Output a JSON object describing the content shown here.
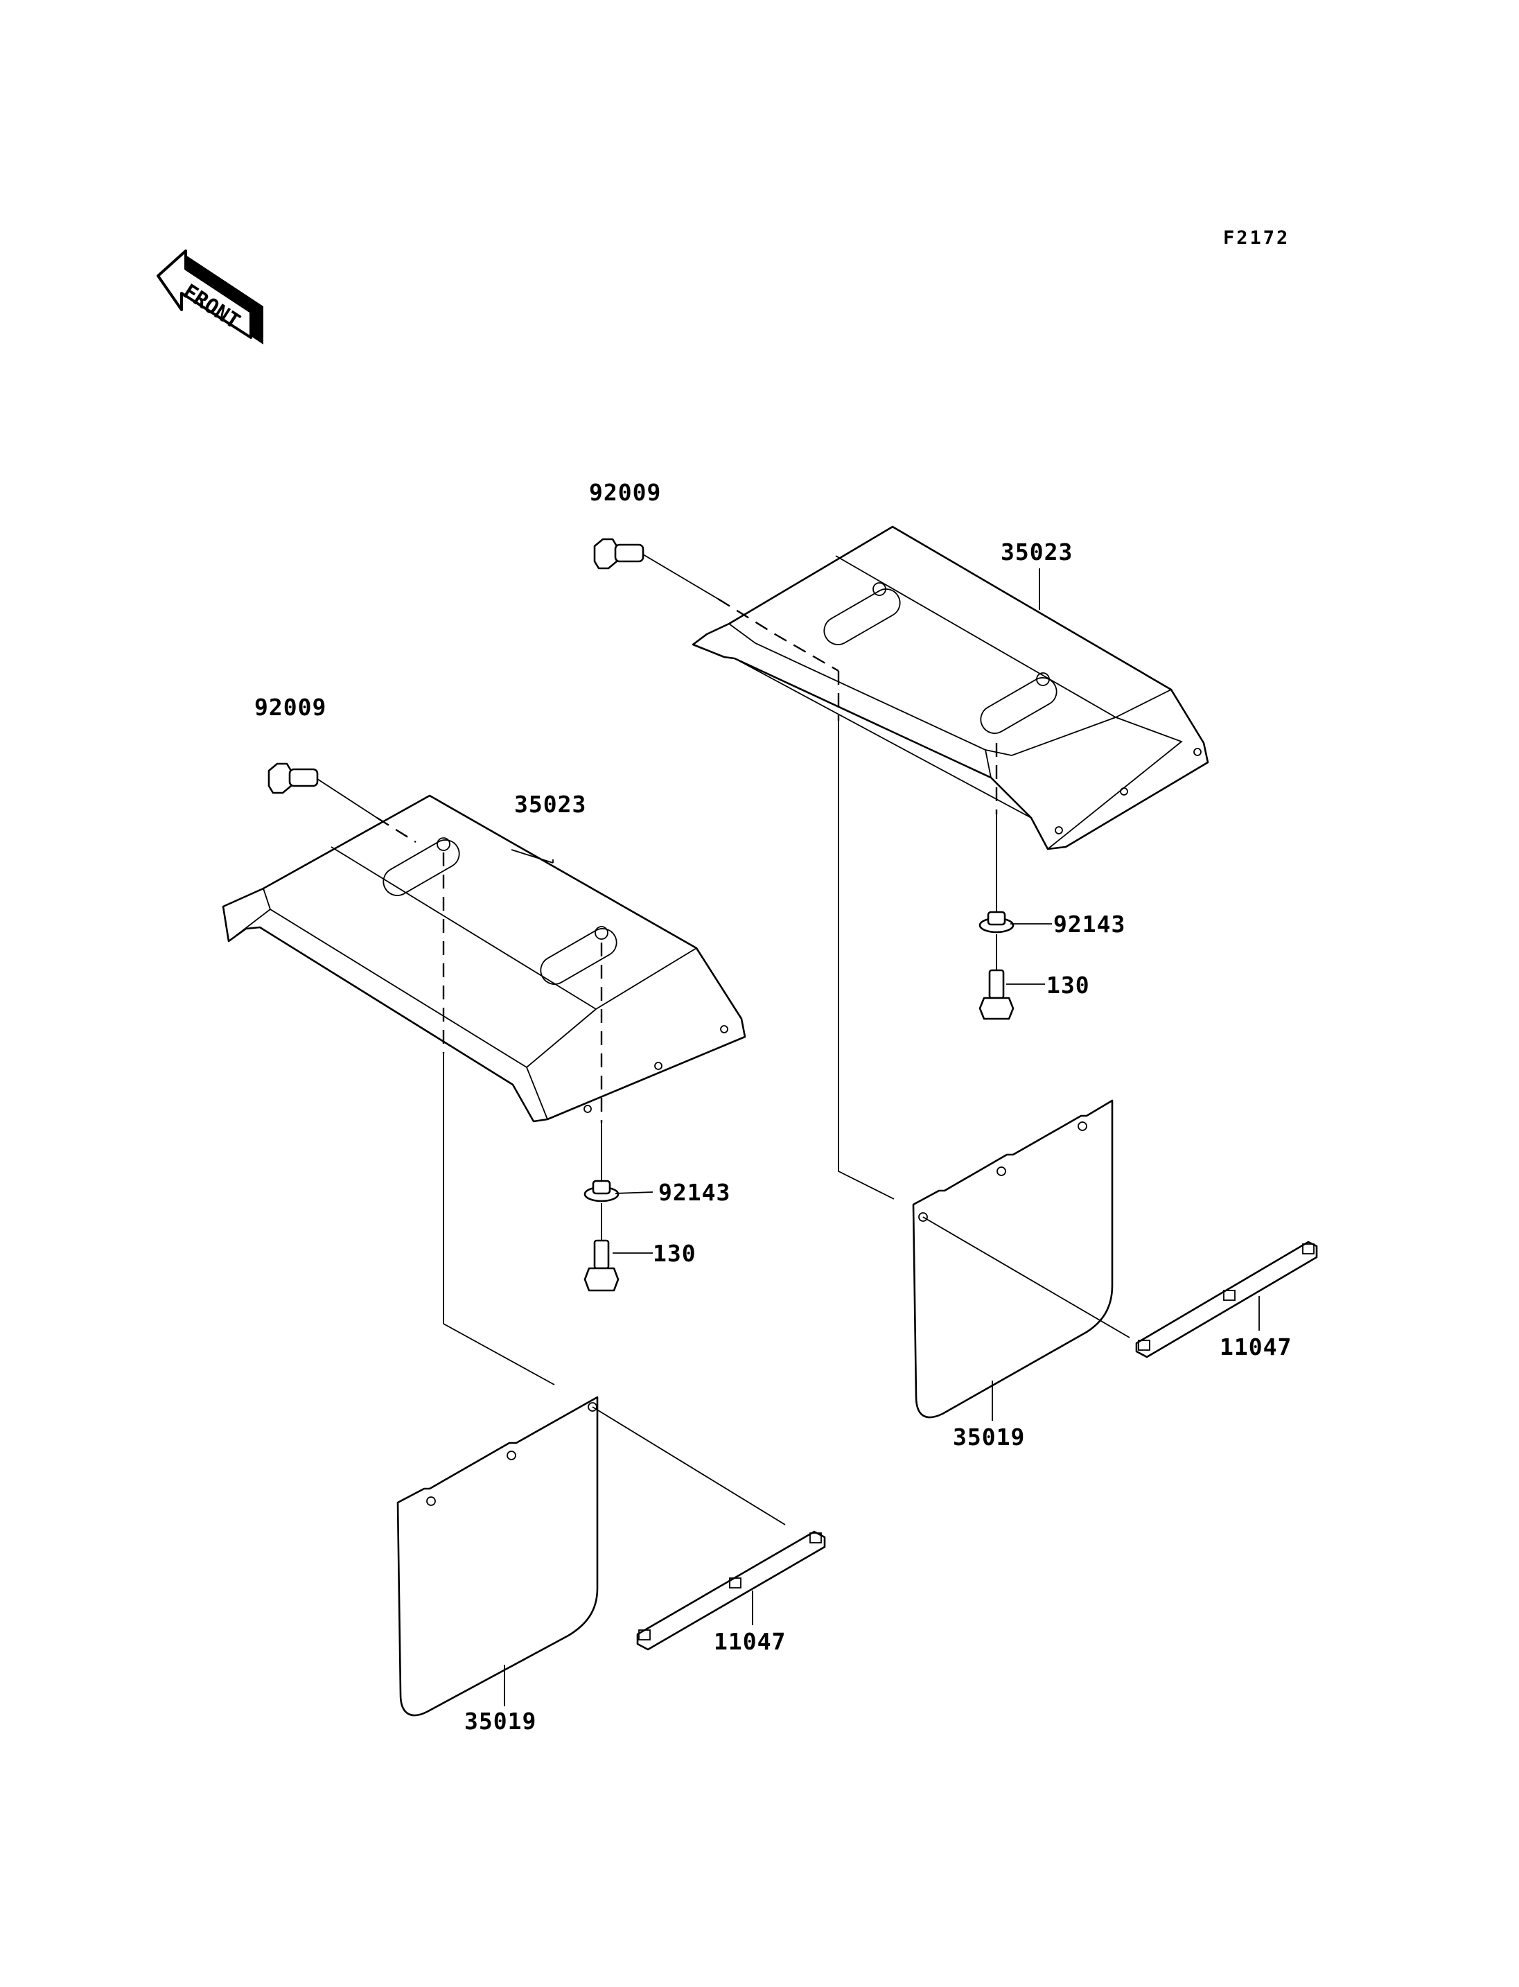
{
  "figure_code": "F2172",
  "front_marker": "FRONT",
  "callouts": {
    "left_bolt": "92009",
    "left_fender": "35023",
    "left_washer": "92143",
    "left_screw": "130",
    "left_mudflap": "35019",
    "left_plate": "11047",
    "right_bolt": "92009",
    "right_fender": "35023",
    "right_washer": "92143",
    "right_screw": "130",
    "right_mudflap": "35019",
    "right_plate": "11047"
  }
}
